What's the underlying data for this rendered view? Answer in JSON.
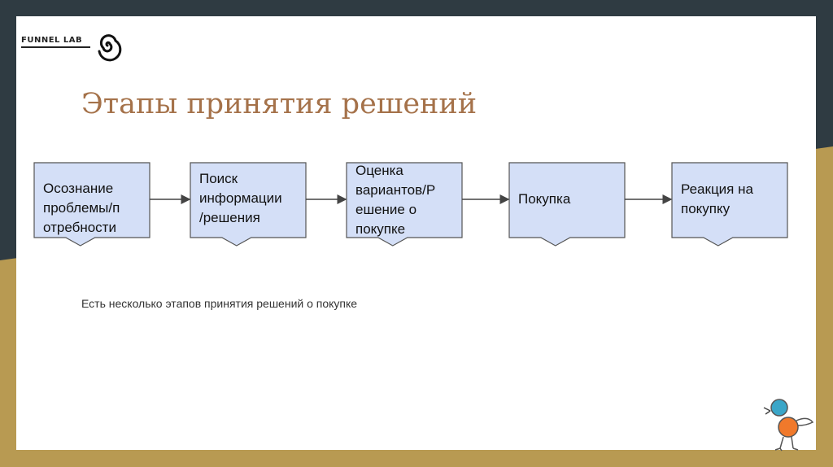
{
  "logo": {
    "text": "FUNNEL LAB"
  },
  "title": "Этапы принятия решений",
  "steps": [
    {
      "label": "Осознание проблемы/потребности",
      "lines": [
        "Осознание",
        "проблемы/п",
        "отребности"
      ]
    },
    {
      "label": "Поиск информации/решения",
      "lines": [
        "Поиск",
        "информации",
        "/решения"
      ]
    },
    {
      "label": "Оценка вариантов/Решение о покупке",
      "lines": [
        "Оценка",
        "вариантов/Р",
        "ешение о",
        "покупке"
      ]
    },
    {
      "label": "Покупка",
      "lines": [
        "Покупка"
      ]
    },
    {
      "label": "Реакция на покупку",
      "lines": [
        "Реакция на",
        "покупку"
      ]
    }
  ],
  "caption": "Есть несколько этапов принятия решений о покупке",
  "colors": {
    "box_fill": "#d4dff7",
    "box_stroke": "#555555",
    "title": "#a5724a",
    "frame_dark": "#2f3b42",
    "frame_gold": "#b89a52"
  },
  "icons": [
    "spiral-logo-icon",
    "bird-mascot-icon"
  ]
}
